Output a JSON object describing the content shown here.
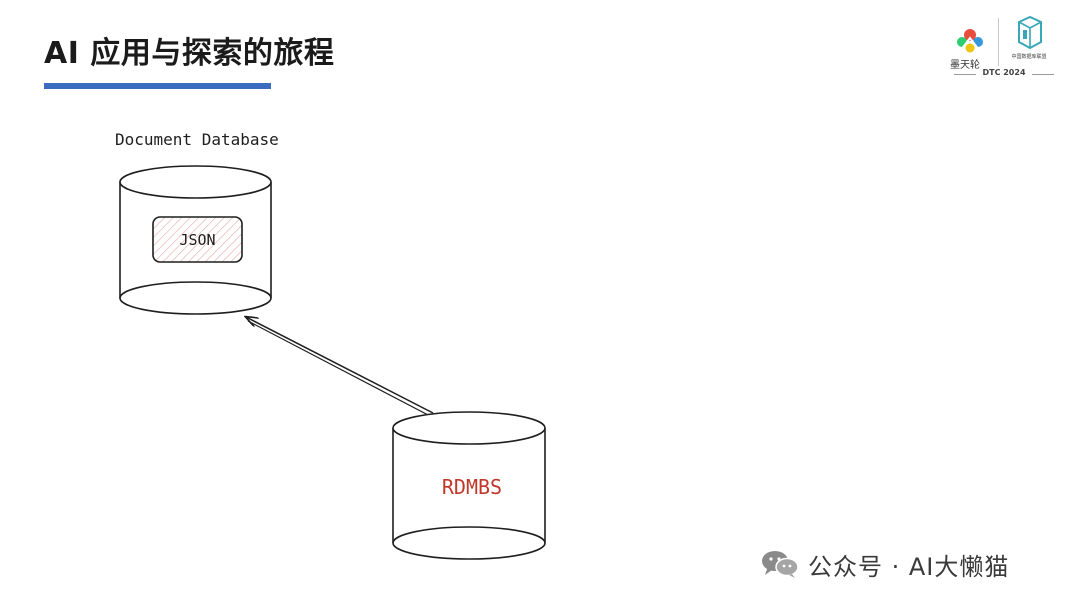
{
  "slide": {
    "title": "AI 应用与探索的旅程"
  },
  "logos": {
    "left_text": "墨天轮",
    "right_text": "中国数据库联盟",
    "year": "DTC 2024"
  },
  "diagram": {
    "doc_db_label": "Document Database",
    "json_label": "JSON",
    "rdbms_label": "RDMBS"
  },
  "watermark": {
    "text": "公众号 · AI大懒猫"
  },
  "colors": {
    "accent_blue": "#3c6cc0",
    "rdbms_red": "#c0392b",
    "stroke": "#1e1e1e",
    "hatch": "#e8a9a9"
  }
}
